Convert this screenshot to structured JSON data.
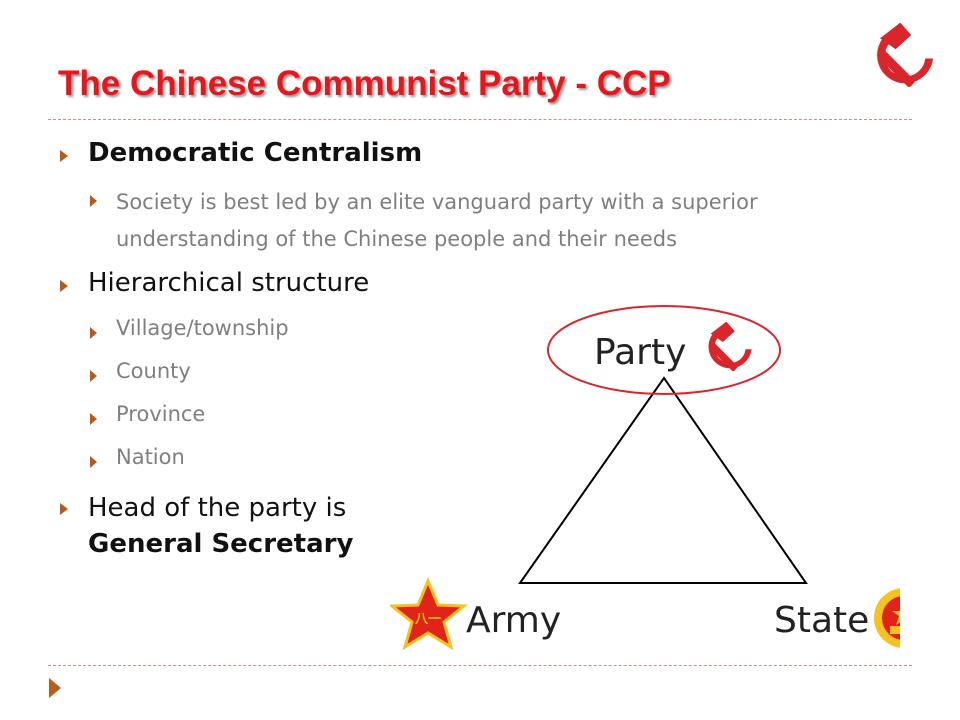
{
  "slide": {
    "title": "The Chinese Communist Party - CCP",
    "bullets": [
      {
        "text": "Democratic Centralism"
      },
      {
        "text_line1": "Society is best led by an elite vanguard party with a superior",
        "text_line2": "understanding of the Chinese people and their needs"
      },
      {
        "text": "Hierarchical structure"
      },
      {
        "text": "Village/township"
      },
      {
        "text": "County"
      },
      {
        "text": "Province"
      },
      {
        "text": "Nation"
      },
      {
        "text_line1": "Head of the party is",
        "text_line2": "General Secretary"
      }
    ],
    "diagram": {
      "labels": {
        "top": "Party",
        "left": "Army",
        "right": "State"
      },
      "emblem_star_text": "八一"
    },
    "colors": {
      "title": "#e8151b",
      "bullet_arrow": "#b85a18",
      "ellipse": "#d9262b",
      "hammer_sickle": "#d9262b",
      "star": "#e2231a",
      "star_gold": "#f6c220"
    },
    "icons": [
      "hammer-sickle-icon",
      "bullet-arrow-icon",
      "army-star-icon",
      "state-emblem-icon"
    ]
  }
}
